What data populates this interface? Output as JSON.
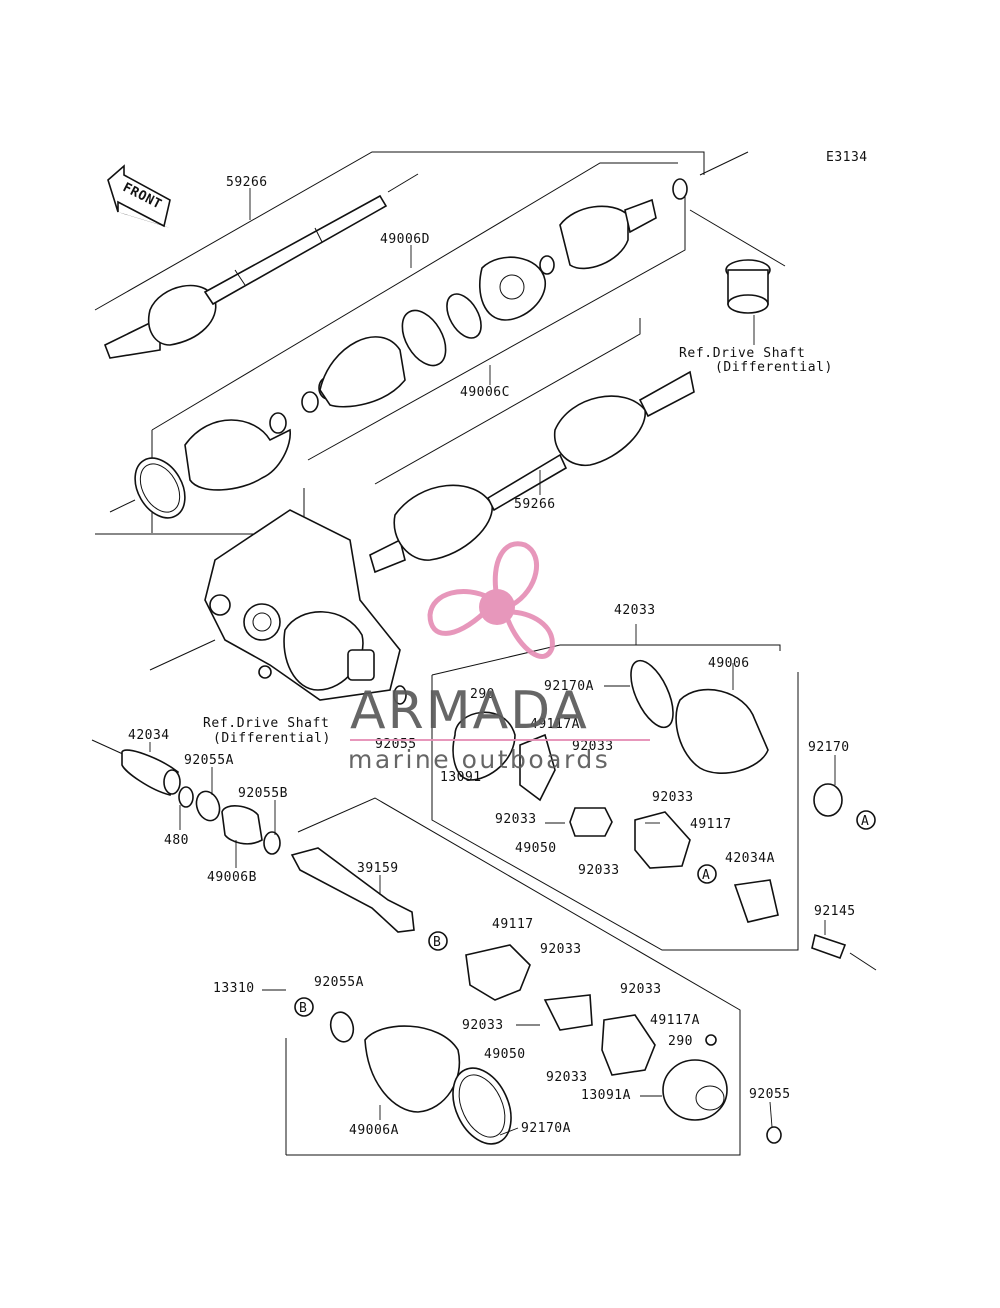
{
  "diagram_code": "E3134",
  "front_label": "FRONT",
  "watermark": {
    "brand": "ARMADA",
    "tagline": "marine outboards",
    "color": "#e58fb6"
  },
  "callouts": {
    "A": "A",
    "B": "B"
  },
  "labels": {
    "p59266_top": "59266",
    "p49006D": "49006D",
    "p49006C": "49006C",
    "ref_top_1": "Ref.Drive Shaft",
    "ref_top_2": "(Differential)",
    "p59266_mid": "59266",
    "p42033": "42033",
    "p290_left": "290",
    "p92170A_top": "92170A",
    "p49006": "49006",
    "p49117A_top": "49117A",
    "p92033_a": "92033",
    "p92033_b": "92033",
    "p92033_c": "92033",
    "p92033_d": "92033",
    "p92170": "92170",
    "p13091": "13091",
    "p49117": "49117",
    "p49050_top": "49050",
    "p42034A": "42034A",
    "ref_mid_1": "Ref.Drive Shaft",
    "ref_mid_2": "(Differential)",
    "p92055_mid": "92055",
    "p42034": "42034",
    "p92055A_top": "92055A",
    "p92055B": "92055B",
    "p480": "480",
    "p49006B": "49006B",
    "p39159": "39159",
    "p92145": "92145",
    "p49117_low": "49117",
    "p92033_e": "92033",
    "p92033_f": "92033",
    "p13310": "13310",
    "p92055A_low": "92055A",
    "p92033_g": "92033",
    "p49117A_low": "49117A",
    "p49050_low": "49050",
    "p290_right": "290",
    "p92033_h": "92033",
    "p13091A": "13091A",
    "p92055_low": "92055",
    "p49006A": "49006A",
    "p92170A_low": "92170A"
  }
}
